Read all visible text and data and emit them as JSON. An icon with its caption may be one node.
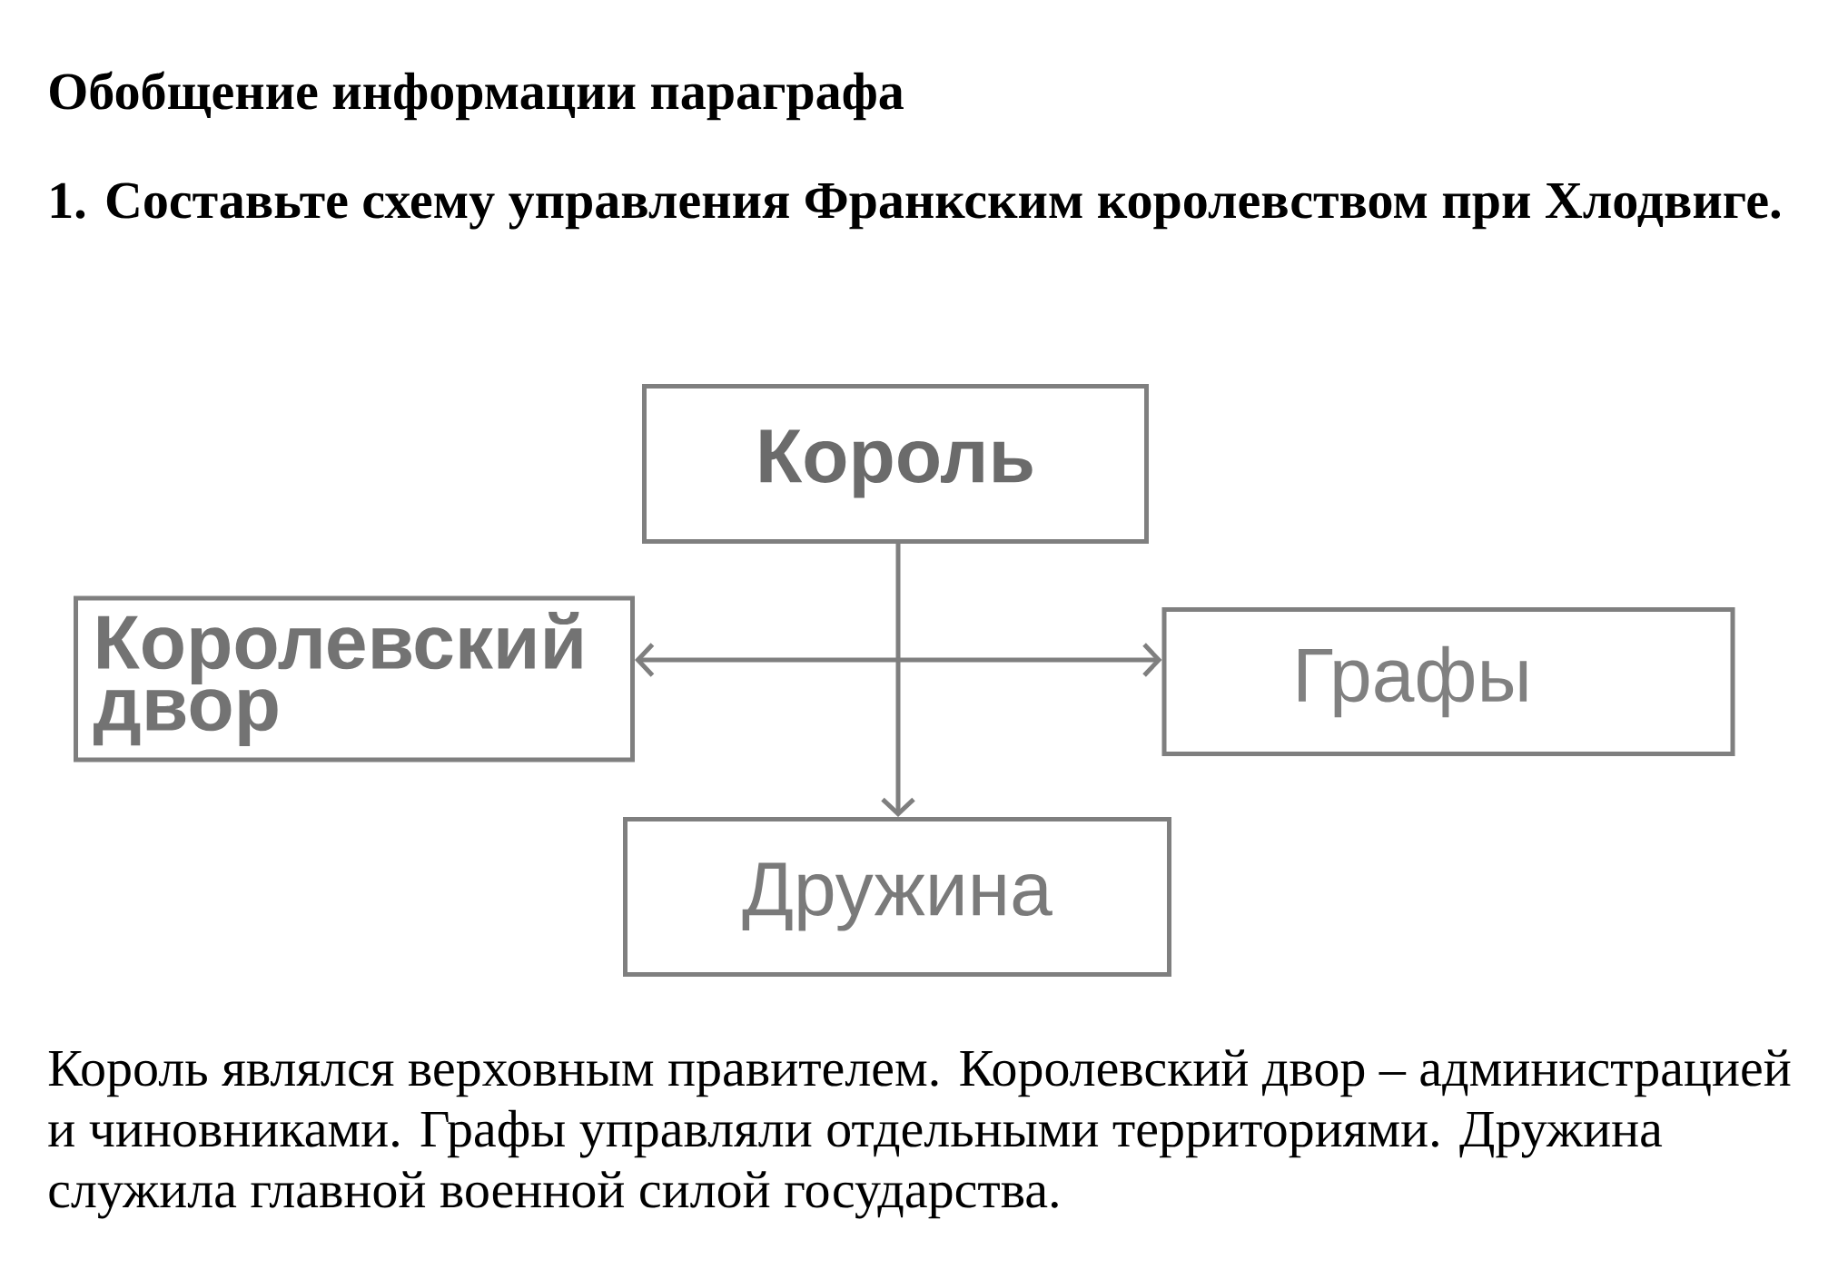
{
  "diagram": {
    "title": "Обобщение информации параграфа",
    "nodes": [
      {
        "text": [
          "Король"
        ]
      },
      {
        "text": [
          "Королевский двор"
        ]
      },
      {
        "text": [
          "Графы"
        ]
      },
      {
        "text": [
          "Дружина"
        ]
      }
    ],
    "edges": [
      {
        "from": 0,
        "to": 3,
        "arrow": "to"
      },
      {
        "from": 1,
        "to": 2,
        "arrow": "both"
      }
    ],
    "labels": [
      "1. Составьте схему управления Франкским королевством при Хлодвиге.",
      "Король являлся верховным правителем. Королевский двор – администрацией и чиновниками. Графы управляли отдельными территориями. Дружина служила главной военной силой государства."
    ]
  }
}
